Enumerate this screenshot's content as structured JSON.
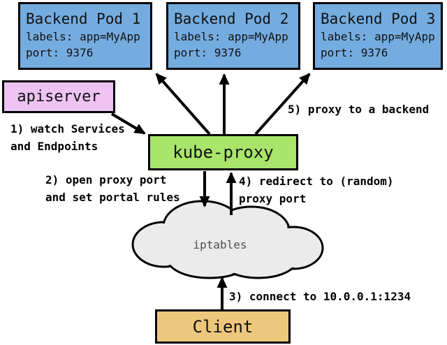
{
  "diagram": {
    "pods": [
      {
        "title": "Backend Pod 1",
        "labels": "labels: app=MyApp",
        "port": "port: 9376"
      },
      {
        "title": "Backend Pod 2",
        "labels": "labels: app=MyApp",
        "port": "port: 9376"
      },
      {
        "title": "Backend Pod 3",
        "labels": "labels: app=MyApp",
        "port": "port: 9376"
      }
    ],
    "apiserver": {
      "label": "apiserver"
    },
    "kube_proxy": {
      "label": "kube-proxy"
    },
    "iptables": {
      "label": "iptables"
    },
    "client": {
      "label": "Client"
    },
    "steps": {
      "step1": {
        "line1": "1) watch Services",
        "line2": "and Endpoints"
      },
      "step2": {
        "line1": "2) open proxy port",
        "line2": "and set portal rules"
      },
      "step3": {
        "line1": "3) connect to 10.0.0.1:1234"
      },
      "step4": {
        "line1": "4) redirect to (random)",
        "line2": "proxy port"
      },
      "step5": {
        "line1": "5) proxy to a backend"
      }
    },
    "colors": {
      "pod_fill": "#74ace0",
      "apiserver_fill": "#eec3f4",
      "kube_proxy_fill": "#a8e56a",
      "cloud_fill": "#ebebeb",
      "client_fill": "#edc87c",
      "border": "#000000"
    }
  }
}
